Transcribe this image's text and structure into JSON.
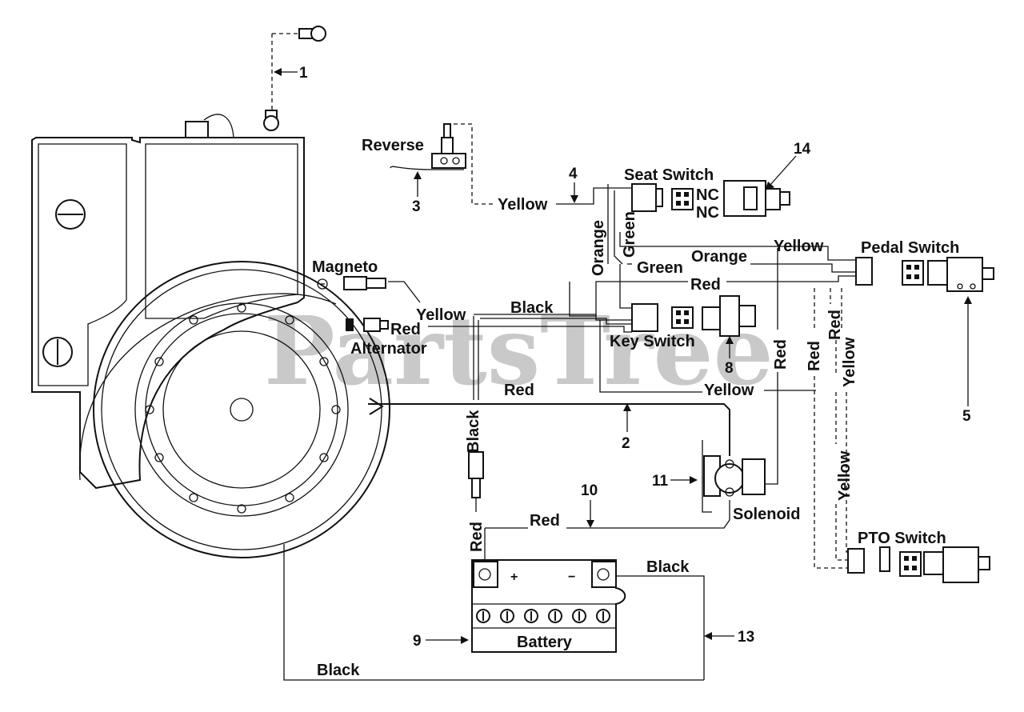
{
  "watermark": "PartsTree",
  "components": {
    "reverse": "Reverse",
    "seat_switch": "Seat Switch",
    "nc_1": "NC",
    "nc_2": "NC",
    "pedal_switch": "Pedal Switch",
    "magneto": "Magneto",
    "alternator": "Alternator",
    "key_switch": "Key Switch",
    "solenoid": "Solenoid",
    "pto_switch": "PTO Switch",
    "battery": "Battery"
  },
  "wire_labels": {
    "yellow_reverse": "Yellow",
    "green_vertical": "Green",
    "orange_vertical": "Orange",
    "green_horizontal": "Green",
    "orange_horizontal": "Orange",
    "yellow_pedal": "Yellow",
    "red_top": "Red",
    "yellow_magneto": "Yellow",
    "black_magneto": "Black",
    "red_alternator": "Red",
    "red_main": "Red",
    "yellow_main": "Yellow",
    "black_vertical": "Black",
    "red_solenoid": "Red",
    "red_right_1": "Red",
    "red_right_2": "Red",
    "yellow_right_1": "Yellow",
    "yellow_right_2": "Yellow",
    "red_battery": "Red",
    "red_battery_post": "Red",
    "black_battery": "Black",
    "black_ground": "Black"
  },
  "callouts": [
    "1",
    "2",
    "3",
    "4",
    "5",
    "8",
    "9",
    "10",
    "11",
    "13",
    "14"
  ],
  "terminal_signs": {
    "positive": "+",
    "negative": "−"
  }
}
